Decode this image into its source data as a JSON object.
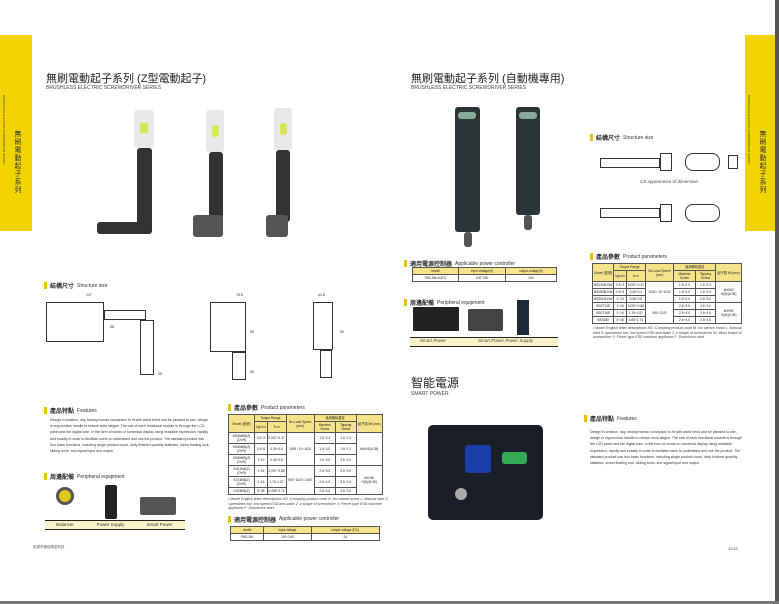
{
  "left": {
    "tab_zh": "無刷電動起子系列",
    "tab_en": "BRUSHLESS ELECTRIC SCREWDRIVER SERIES",
    "title": "無刷電動起子系列 (Z型電動起子)",
    "subtitle": "BRUSHLESS ELECTRIC SCREWDRIVER SERIES",
    "structure_zh": "結構尺寸",
    "structure_en": "Structure size",
    "dims": [
      "127",
      "76.5",
      "41.5",
      "58",
      "35",
      "50",
      "50",
      "30"
    ],
    "features_zh": "產品特點",
    "features_en": "Features",
    "features_text": "Design in creation, day, beauty,human conception to fit with world trend and be pleased to use, design in ergonomics handle to reduce work fatigue. The role of each functional module is through the LCD panel and the digital tube, in the form of words or numerical display using readable expression, rapidly and exactly in order to facilitate users to understand and use the product. The standard product has four basic functions, including single product count, daily finished quantity statistics, screw floating lock, sliding tooth, and signal input and output.",
    "peripheral_zh": "周邊配備",
    "peripheral_en": "Peripheral equipment",
    "peripherals": [
      "Balancer",
      "Power Supply",
      "Smart Power"
    ],
    "params_zh": "產品參數",
    "params_en": "Product parameters",
    "params_headers": [
      "Model (型號)",
      "Torque Range",
      "kgf.cm",
      "N.m",
      "No-Load Speed (rpm)",
      "適用螺絲直徑",
      "Machine Screw",
      "Tapping Screw",
      "起子頭 Bit (mm)"
    ],
    "params_rows": [
      [
        "KD6N6W(Z)(DVR)",
        "0.5~3",
        "0.057~0.37",
        "1000 / 10~1100",
        "1.6~2.3",
        "1.6~2.3",
        "6H/H3/(6.35)"
      ],
      [
        "KD6N6W(Z)(DVR)",
        "0.5~5",
        "0.05~0.4",
        "",
        "1.6~3.0",
        "1.6~2.3",
        ""
      ],
      [
        "KD6N6W(Z)(DVR)",
        "1~10",
        "0.05~0.8",
        "",
        "1.6~3.0",
        "2.6~3.0",
        ""
      ],
      [
        "KD13N6(Z)(DVR)",
        "1~16",
        "0.097~0.88",
        "900~1100 / 1000",
        "2.6~3.0",
        "2.6~3.0",
        "6H/H5/ H(5)/(6.35)"
      ],
      [
        "KD16N6(Z)(DVR)",
        "2~16",
        "1.76~1.57",
        "",
        "2.5~4.0",
        "2.6~3.5",
        ""
      ],
      [
        "KD28N6(Z)",
        "5~28",
        "0.085~2.74",
        "",
        "2.6~4.0",
        "2.6~3.5",
        ""
      ]
    ],
    "params_note": "• Model English letter descriptions  KD :Company product code  N: No carbon motor  L :Manual start   S :speedines  low: low speed  ESD:anti-static  Z :z shape of screwdriver  V: Flecer type  ESE:machine appliance  F: Downforce start",
    "controller_zh": "適用電源控制器",
    "controller_en": "Applicable power controller",
    "controller_headers": [
      "model",
      "Input voltage",
      "output voltage (DC)"
    ],
    "controller_row": [
      "PAD-2M",
      "100~245",
      "24"
    ],
    "footer": "乳源市匯信精密科技"
  },
  "right": {
    "tab_zh": "無刷電動起子系列",
    "tab_en": "BRUSHLESS ELECTRIC SCREWDRIVER SERIES",
    "title": "無刷電動起子系列 (自動機專用)",
    "subtitle": "BRUSHLESS ELECTRIC SCREWDRIVER SERIES",
    "structure_zh": "結構尺寸",
    "structure_en": "Structure size",
    "dim_caption": "CS appearance of dimension",
    "controller_zh": "適用電源控制器",
    "controller_en": "Applicable power controller",
    "controller_headers": [
      "model",
      "input voltage(V)",
      "output voltage(V)"
    ],
    "controller_row": [
      "PAD-5M-AUTO",
      "100~240",
      "24V"
    ],
    "peripheral_zh": "周邊配備",
    "peripheral_en": "Peripheral equipment",
    "peripherals": [
      "Smart Power",
      "Smart Power  Power Supply"
    ],
    "params_zh": "產品參數",
    "params_en": "Product parameters",
    "params_headers": [
      "Model (型號)",
      "Torque Range",
      "kgf.cm",
      "N.m",
      "No-Load Speed (rpm)",
      "適用螺絲直徑",
      "Machine Screw",
      "Tapping Screw",
      "起子頭 Bit (mm)"
    ],
    "params_rows": [
      [
        "BS0306LDW",
        "0.5~3",
        "0.057~0.37",
        "1000 / 10~1100",
        "1.6~2.3",
        "1.6~2.3",
        "6H/H3/ H(5)/(6.35)"
      ],
      [
        "BS0508LDW",
        "0.5~5",
        "0.05~0.4",
        "",
        "1.6~3.0",
        "1.6~2.3",
        ""
      ],
      [
        "BS0510LDW",
        "1~10",
        "0.08~0.8",
        "",
        "1.6~3.0",
        "2.6~3.0",
        ""
      ],
      [
        "BS0T13S",
        "1~16",
        "0.097~0.88",
        "900~1100",
        "2.6~3.0",
        "2.6~3.0",
        "6H/H5/ H(5)/(6.35)"
      ],
      [
        "BS0T16S",
        "2~16",
        "1.76~1.87",
        "",
        "2.5~4.0",
        "2.6~3.5",
        ""
      ],
      [
        "BS0280",
        "5~28",
        "0.85~2.74",
        "",
        "2.6~4.0",
        "2.6~3.5",
        ""
      ]
    ],
    "params_note": "• Model English letter descriptions  KD :Company product code  M :No carbon motor  L :Manual start  S :speedines  low: low speed  ESD:anti-static  Z :z shape of screwdriver  W: allow shape of screwdriver  V: Flecer type  ESE:machine appliance  F: Downforce start",
    "smart_title": "智能電源",
    "smart_subtitle": "SMART POWER",
    "features_zh": "產品特點",
    "features_en": "Features",
    "features_text": "Design in creation, day, beauty,human conception to fit with world trend and be pleased to use, design in ergonomics handle to reduce work fatigue. The role of each functional module is through the LCD panel and the digital tube, in the form of words or numerical display using readable expression, rapidly and exactly in order to facilitate users to understand and use the product. The standard product has four basic functions, including single product count, daily finished quantity statistics, screw floating lock, sliding tooth, and signal input and output.",
    "page": "11/12"
  },
  "colors": {
    "accent": "#f2d400",
    "header_fill": "#f5e38a"
  }
}
